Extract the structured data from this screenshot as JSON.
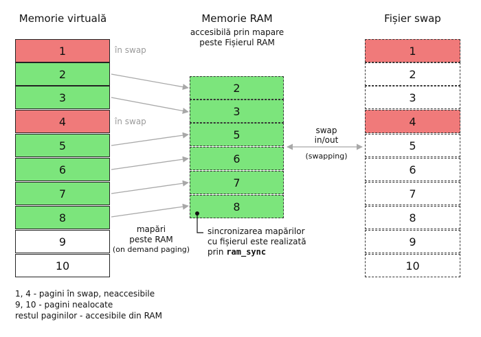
{
  "titles": {
    "virtual": "Memorie virtuală",
    "ram": "Memorie RAM",
    "ram_sub_1": "accesibilă prin mapare",
    "ram_sub_2": "peste Fișierul RAM",
    "swap": "Fișier swap"
  },
  "virtual_pages": [
    {
      "label": "1",
      "state": "swap"
    },
    {
      "label": "2",
      "state": "ram"
    },
    {
      "label": "3",
      "state": "ram"
    },
    {
      "label": "4",
      "state": "swap"
    },
    {
      "label": "5",
      "state": "ram"
    },
    {
      "label": "6",
      "state": "ram"
    },
    {
      "label": "7",
      "state": "ram"
    },
    {
      "label": "8",
      "state": "ram"
    },
    {
      "label": "9",
      "state": "free"
    },
    {
      "label": "10",
      "state": "free"
    }
  ],
  "swap_notes": [
    "în swap",
    "în swap"
  ],
  "ram_pages": [
    "2",
    "3",
    "5",
    "6",
    "7",
    "8"
  ],
  "swap_pages": [
    {
      "label": "1",
      "state": "swap"
    },
    {
      "label": "2",
      "state": "empty"
    },
    {
      "label": "3",
      "state": "empty"
    },
    {
      "label": "4",
      "state": "swap"
    },
    {
      "label": "5",
      "state": "empty"
    },
    {
      "label": "6",
      "state": "empty"
    },
    {
      "label": "7",
      "state": "empty"
    },
    {
      "label": "8",
      "state": "empty"
    },
    {
      "label": "9",
      "state": "empty"
    },
    {
      "label": "10",
      "state": "empty"
    }
  ],
  "swap_io": {
    "line1": "swap",
    "line2": "in/out",
    "line3": "(swapping)"
  },
  "mapping_note": {
    "line1": "mapări",
    "line2": "peste RAM",
    "line3": "(on demand paging)"
  },
  "sync_note": {
    "line1": "sincronizarea mapărilor",
    "line2": "cu fișierul este realizată",
    "prefix": "prin ",
    "code": "ram_sync"
  },
  "legend": [
    "1, 4 - pagini în swap, neaccesibile",
    "9, 10 - pagini nealocate",
    "restul paginilor - accesibile din RAM"
  ],
  "colors": {
    "ram": "#7ce57c",
    "swap": "#f07a7a",
    "arrow": "#a8a8a8"
  }
}
